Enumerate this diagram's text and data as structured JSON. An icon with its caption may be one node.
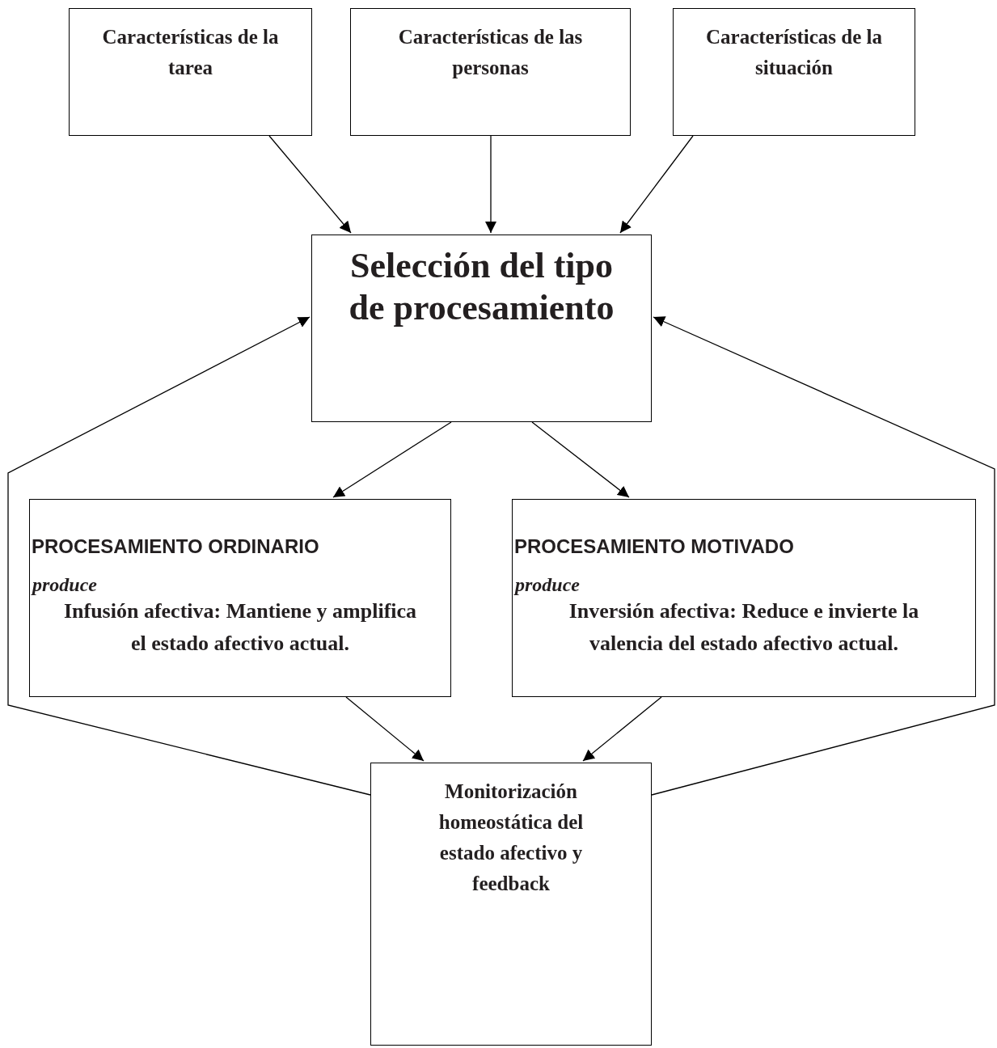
{
  "diagram": {
    "nodes": [
      {
        "text": [
          "Características de la tarea"
        ]
      },
      {
        "text": [
          "Características de las personas"
        ]
      },
      {
        "text": [
          "Características de la situación"
        ]
      },
      {
        "text": [
          "Selección del tipo de procesamiento"
        ]
      },
      {
        "text": [
          "PROCESAMIENTO ORDINARIO",
          "produce",
          "Infusión afectiva: Mantiene y amplifica el estado afectivo actual."
        ]
      },
      {
        "text": [
          "PROCESAMIENTO MOTIVADO",
          "produce",
          "Inversión afectiva: Reduce e invierte la valencia del estado afectivo actual."
        ]
      },
      {
        "text": [
          "Monitorización homeostática del estado afectivo y feedback"
        ]
      }
    ],
    "edges": [
      {
        "from": 0,
        "to": 3,
        "arrow": "to"
      },
      {
        "from": 1,
        "to": 3,
        "arrow": "to"
      },
      {
        "from": 2,
        "to": 3,
        "arrow": "to"
      },
      {
        "from": 3,
        "to": 4,
        "arrow": "to"
      },
      {
        "from": 3,
        "to": 5,
        "arrow": "to"
      },
      {
        "from": 4,
        "to": 6,
        "arrow": "to"
      },
      {
        "from": 5,
        "to": 6,
        "arrow": "to"
      },
      {
        "from": 6,
        "to": 3,
        "arrow": "to"
      },
      {
        "from": 6,
        "to": 3,
        "arrow": "to"
      }
    ]
  }
}
